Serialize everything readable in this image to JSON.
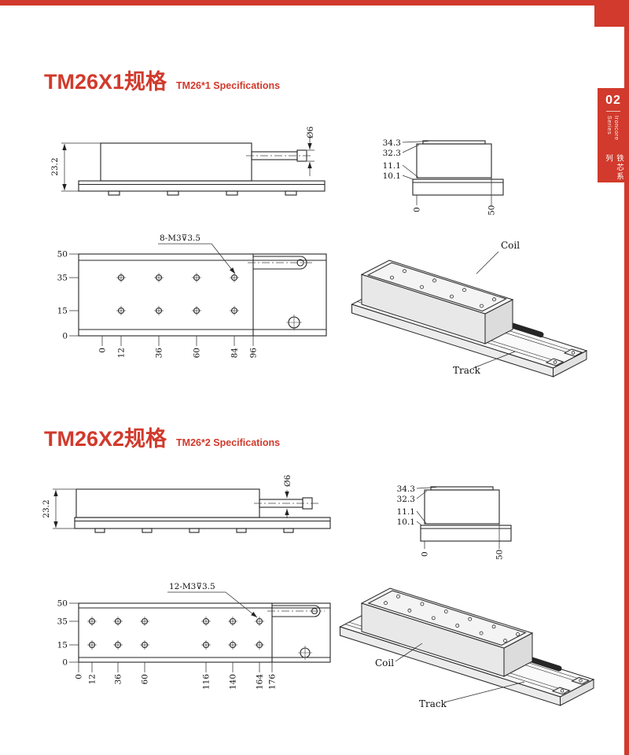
{
  "page": {
    "accent_color": "#d13a2c",
    "tab": {
      "number": "02",
      "series_en": "Ironcore Series",
      "series_zh": "铁芯系列"
    }
  },
  "sections": [
    {
      "title_zh": "TM26X1规格",
      "title_en": "TM26*1  Specifications",
      "side_view": {
        "height": "23.2",
        "shaft_dia": "Ø6"
      },
      "cross_section": {
        "d1": "34.3",
        "d2": "32.3",
        "d3": "11.1",
        "d4": "10.1",
        "d0": "0",
        "d50": "50"
      },
      "top_view": {
        "hole_note": "8-M3⊽3.5",
        "y_dims": [
          "50",
          "35",
          "15",
          "0"
        ],
        "x_dims": [
          "0",
          "12",
          "36",
          "60",
          "84",
          "96"
        ]
      },
      "iso": {
        "coil": "Coil",
        "track": "Track"
      }
    },
    {
      "title_zh": "TM26X2规格",
      "title_en": "TM26*2  Specifications",
      "side_view": {
        "height": "23.2",
        "shaft_dia": "Ø6"
      },
      "cross_section": {
        "d1": "34.3",
        "d2": "32.3",
        "d3": "11.1",
        "d4": "10.1",
        "d0": "0",
        "d50": "50"
      },
      "top_view": {
        "hole_note": "12-M3⊽3.5",
        "y_dims": [
          "50",
          "35",
          "15",
          "0"
        ],
        "x_dims": [
          "0",
          "12",
          "36",
          "60",
          "116",
          "140",
          "164",
          "176"
        ]
      },
      "iso": {
        "coil": "Coil",
        "track": "Track"
      }
    }
  ]
}
